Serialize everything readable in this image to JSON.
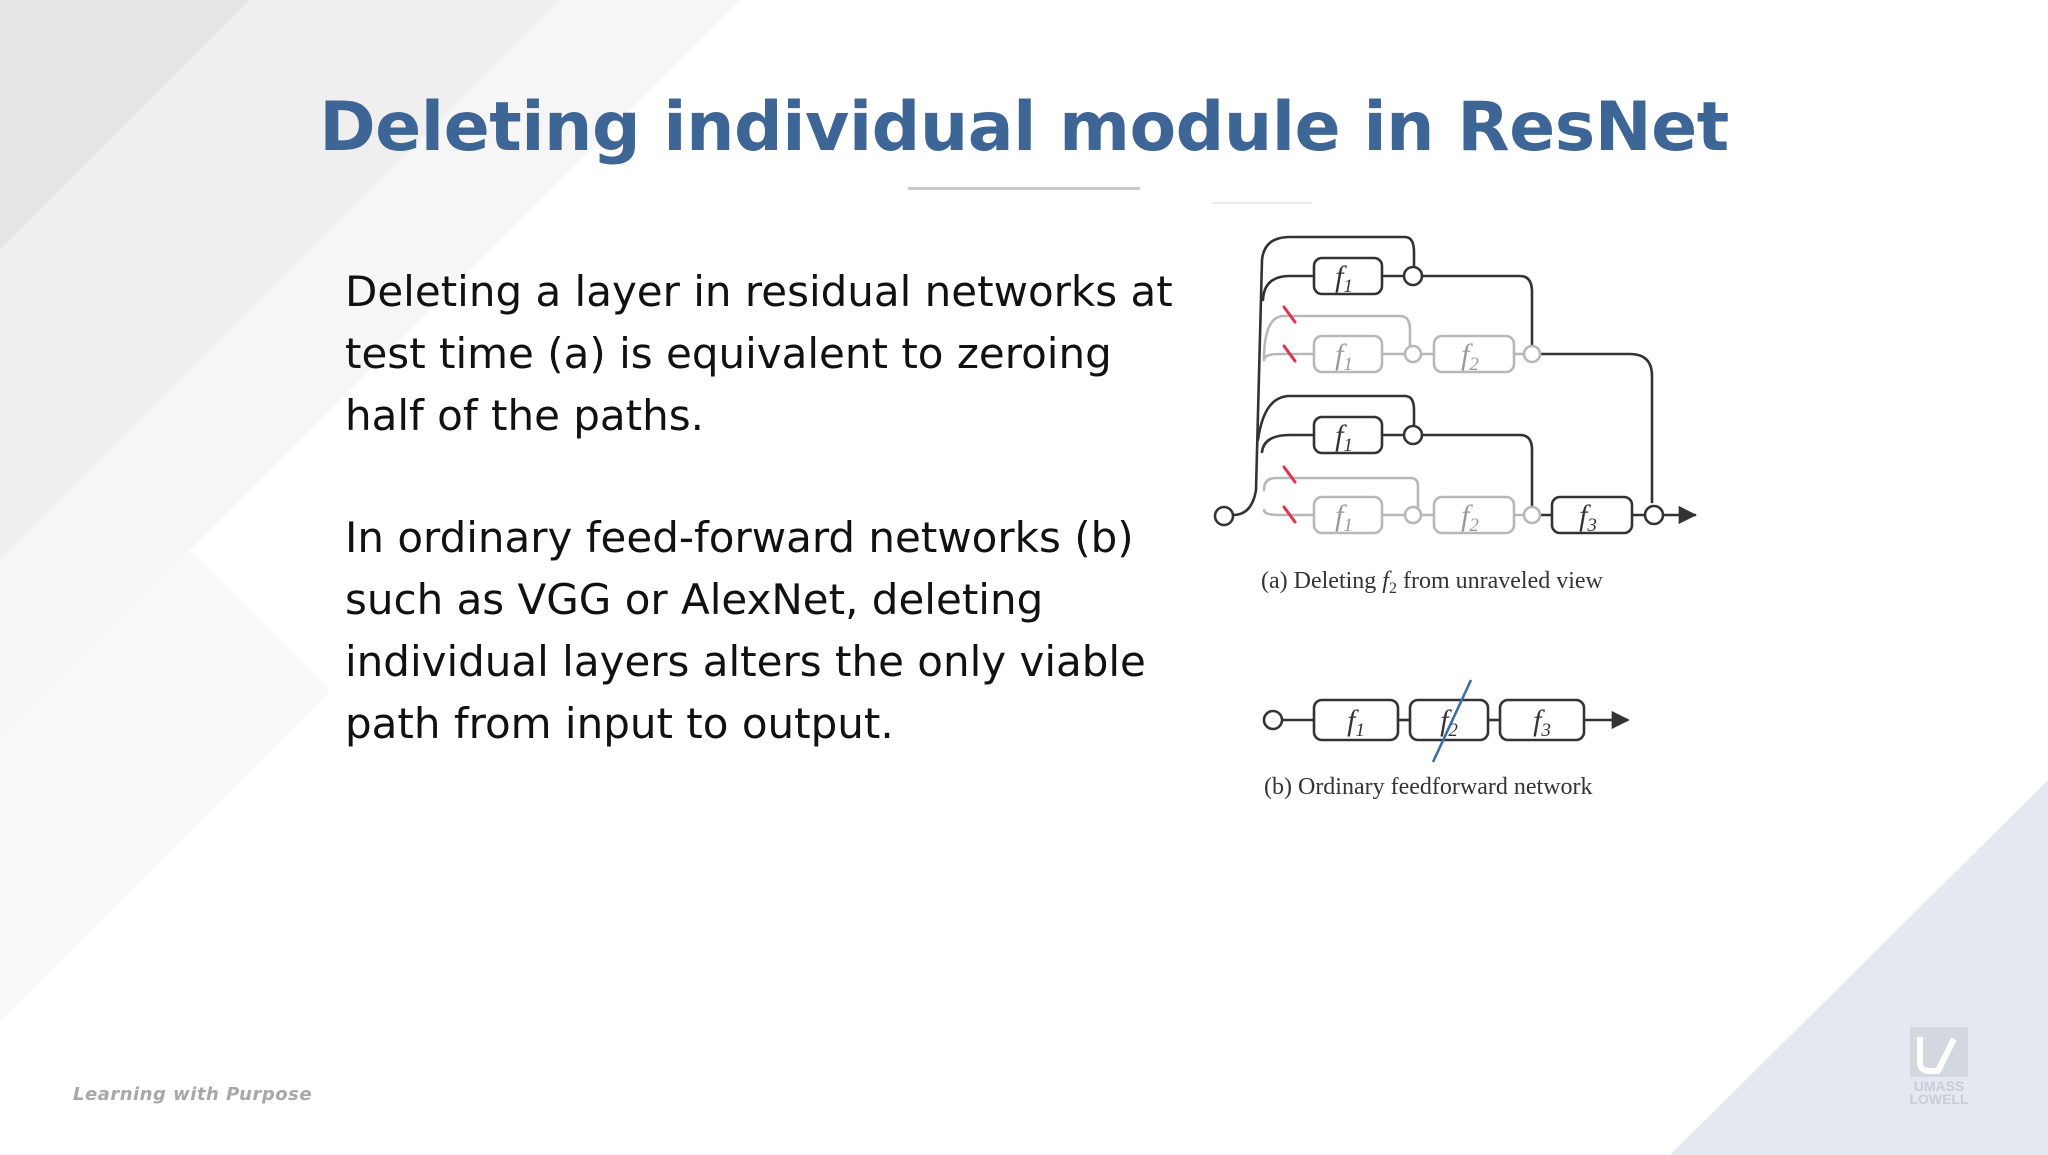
{
  "slide": {
    "title": "Deleting individual module in ResNet",
    "paragraph1": "Deleting a layer in residual networks at test time (a) is equivalent to zeroing half of the paths.",
    "paragraph2": "In ordinary feed-forward networks (b) such as VGG or AlexNet, deleting individual layers alters the only viable path from input to output.",
    "footer": "Learning with Purpose",
    "logo_line1": "UMASS",
    "logo_line2": "LOWELL"
  },
  "figure": {
    "labels": {
      "f1": "f",
      "s1": "1",
      "f2": "f",
      "s2": "2",
      "f3": "f",
      "s3": "3"
    },
    "caption_a": {
      "prefix": "(a) Deleting ",
      "fn": "f",
      "sub": "2",
      "suffix": " from unraveled view"
    },
    "caption_b": "(b) Ordinary feedforward network"
  },
  "colors": {
    "title": "#3d6596",
    "line": "#333333",
    "faded": "#b8b8b8",
    "cut": "#e0354b",
    "strike": "#3b6ea5"
  }
}
